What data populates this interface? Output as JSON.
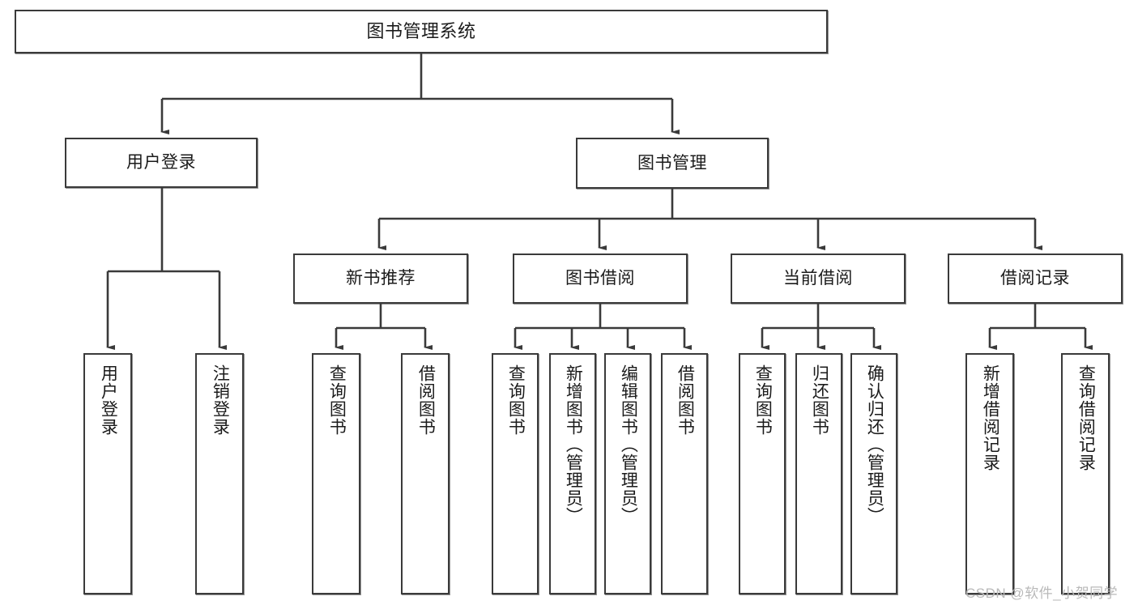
{
  "diagram": {
    "title": "图书管理系统",
    "type": "tree-hierarchy",
    "watermark": "CSDN @软件_小贺同学",
    "colors": {
      "stroke": "#3a3a3a",
      "text": "#1b1b1b",
      "background": "#ffffff",
      "watermark": "#b9b9b9"
    },
    "nodes": {
      "root": {
        "label": "图书管理系统"
      },
      "level2": [
        {
          "label": "用户登录"
        },
        {
          "label": "图书管理"
        }
      ],
      "level3": [
        {
          "label": "新书推荐"
        },
        {
          "label": "图书借阅"
        },
        {
          "label": "当前借阅"
        },
        {
          "label": "借阅记录"
        }
      ],
      "leaves": {
        "user_login": [
          {
            "label": "用户登录"
          },
          {
            "label": "注销登录"
          }
        ],
        "new_book": [
          {
            "label": "查询图书"
          },
          {
            "label": "借阅图书"
          }
        ],
        "book_borrow": [
          {
            "label": "查询图书"
          },
          {
            "label": "新增图书（管理员）"
          },
          {
            "label": "编辑图书（管理员）"
          },
          {
            "label": "借阅图书"
          }
        ],
        "current_borrow": [
          {
            "label": "查询图书"
          },
          {
            "label": "归还图书"
          },
          {
            "label": "确认归还（管理员）"
          }
        ],
        "borrow_record": [
          {
            "label": "新增借阅记录"
          },
          {
            "label": "查询借阅记录"
          }
        ]
      }
    }
  }
}
